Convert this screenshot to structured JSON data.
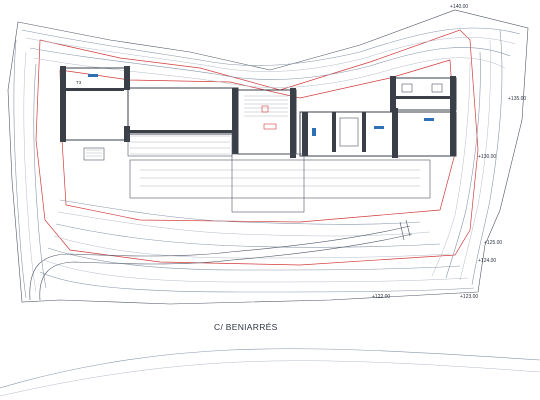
{
  "street": {
    "name": "C/ BENIARRÉS"
  },
  "room": {
    "label": "T3"
  },
  "elevations": {
    "e140": "+140.00",
    "e135": "+135.00",
    "e130": "+130.00",
    "e125": "+125.00",
    "e124": "+124.00",
    "e123": "+123.00",
    "e122": "+122.00"
  },
  "colors": {
    "contour": "#8a97a8",
    "boundary": "#d23b3b",
    "walls": "#3a3f48",
    "fixtures": "#2f6fb3"
  }
}
